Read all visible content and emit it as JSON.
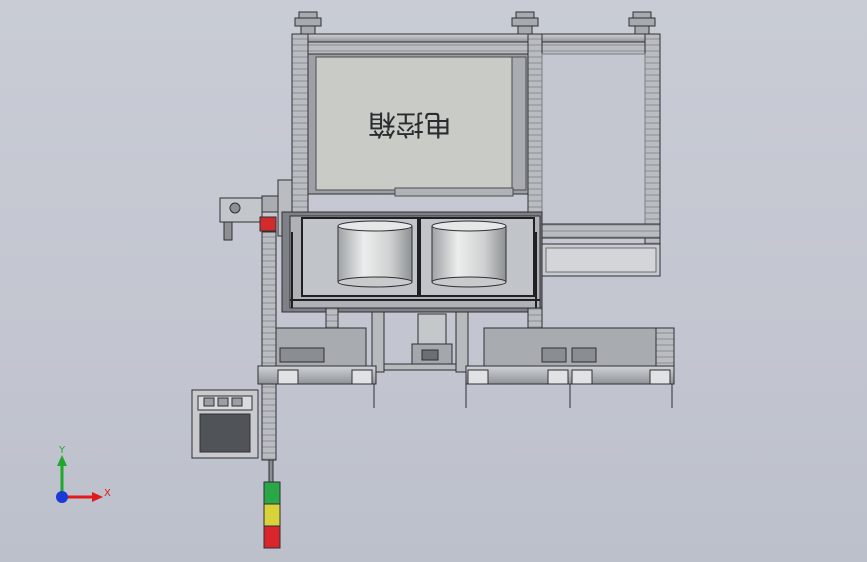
{
  "viewport": {
    "panel_text": "电控箱",
    "triad": {
      "x_label": "X",
      "y_label": "Y"
    }
  },
  "colors": {
    "background": "#c6c9d2",
    "frame": "#9ea2a8",
    "frame_dark": "#3c3f44",
    "panel": "#c8cac6",
    "bowl": "#dadcdc",
    "light_red": "#d8262c",
    "light_yellow": "#d9d23a",
    "light_green": "#2aa848",
    "axis_x": "#e01b1b",
    "axis_y": "#1fa82a",
    "axis_z": "#1a3ad8"
  },
  "icons": {
    "orientation_triad": "xyz-axis-triad-icon",
    "stack_light": "stack-light-icon"
  }
}
